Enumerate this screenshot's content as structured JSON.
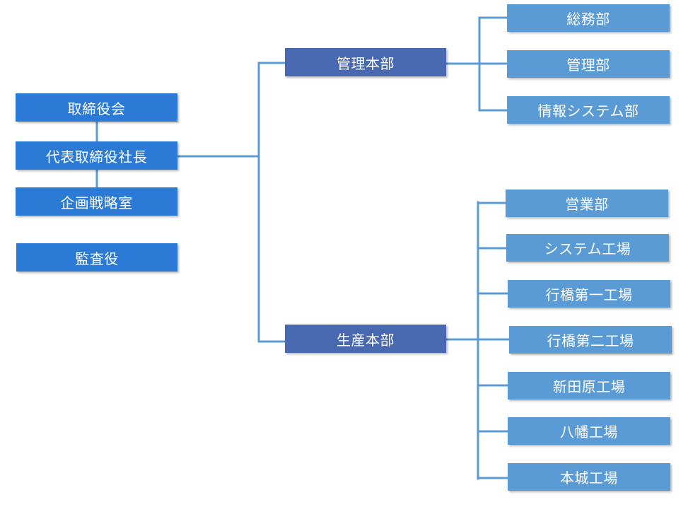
{
  "colors": {
    "executive": "#2b7ad6",
    "division": "#4868b0",
    "department": "#5b9bd5",
    "connector": "#5b9bd5",
    "text": "#ffffff"
  },
  "executive": {
    "board": "取締役会",
    "president": "代表取締役社長",
    "planning": "企画戦略室",
    "auditor": "監査役"
  },
  "divisions": [
    {
      "label": "管理本部",
      "departments": [
        "総務部",
        "管理部",
        "情報システム部"
      ]
    },
    {
      "label": "生産本部",
      "departments": [
        "営業部",
        "システム工場",
        "行橋第一工場",
        "行橋第二工場",
        "新田原工場",
        "八幡工場",
        "本城工場"
      ]
    }
  ]
}
